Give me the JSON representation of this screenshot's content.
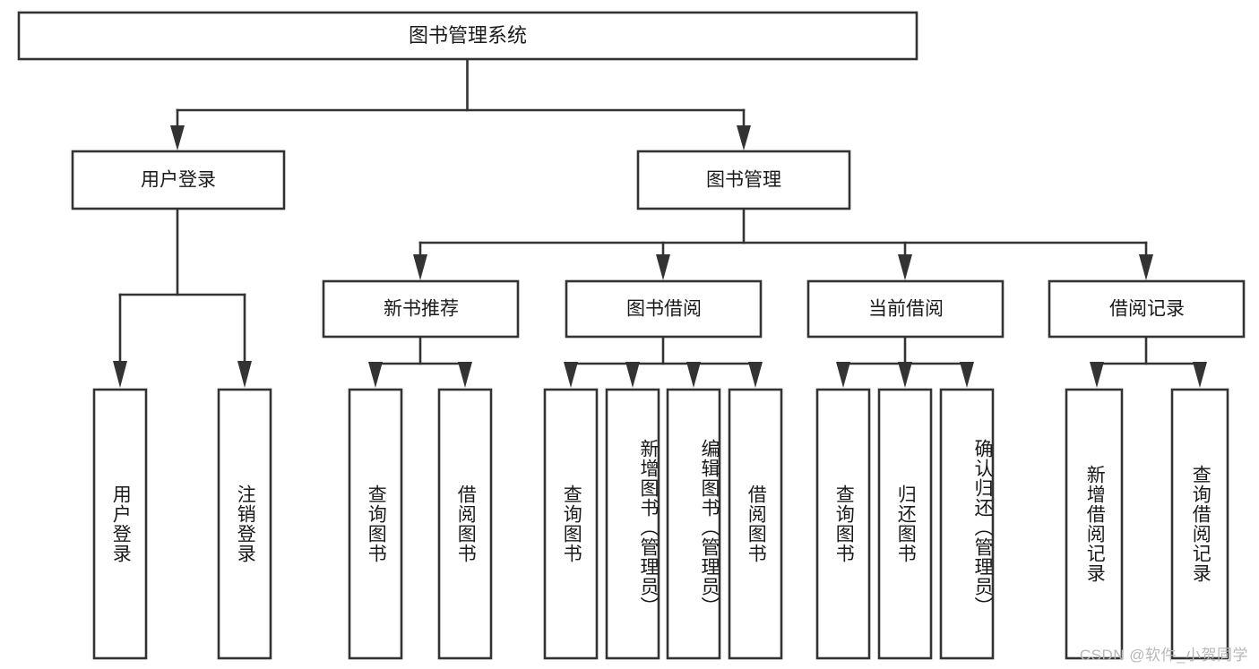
{
  "diagram": {
    "title": "图书管理系统",
    "type": "tree-hierarchy-diagram",
    "watermark": "CSDN @软件_小贺同学",
    "colors": {
      "stroke": "#333333",
      "fill": "#ffffff",
      "text": "#1a1a1a",
      "watermark": "#b8b8b8",
      "background": "#ffffff"
    },
    "root": {
      "label": "图书管理系统"
    },
    "level2": [
      {
        "label": "用户登录"
      },
      {
        "label": "图书管理"
      }
    ],
    "level3": [
      {
        "label": "新书推荐"
      },
      {
        "label": "图书借阅"
      },
      {
        "label": "当前借阅"
      },
      {
        "label": "借阅记录"
      }
    ],
    "leaves": {
      "user_login": [
        {
          "label": "用户登录"
        },
        {
          "label": "注销登录"
        }
      ],
      "new_book_recommend": [
        {
          "label": "查询图书"
        },
        {
          "label": "借阅图书"
        }
      ],
      "book_borrow": [
        {
          "label": "查询图书"
        },
        {
          "label": "新增图书（管理员）"
        },
        {
          "label": "编辑图书（管理员）"
        },
        {
          "label": "借阅图书"
        }
      ],
      "current_borrow": [
        {
          "label": "查询图书"
        },
        {
          "label": "归还图书"
        },
        {
          "label": "确认归还（管理员）"
        }
      ],
      "borrow_record": [
        {
          "label": "新增借阅记录"
        },
        {
          "label": "查询借阅记录"
        }
      ]
    }
  }
}
